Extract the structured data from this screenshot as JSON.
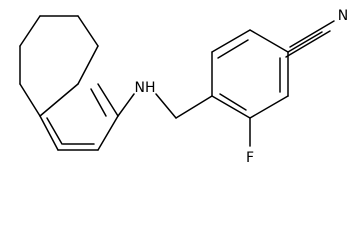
{
  "molecule": {
    "atoms": {
      "nitrogen_nitrile": "N",
      "nitrogen_amine": "NH",
      "fluorine": "F"
    }
  }
}
